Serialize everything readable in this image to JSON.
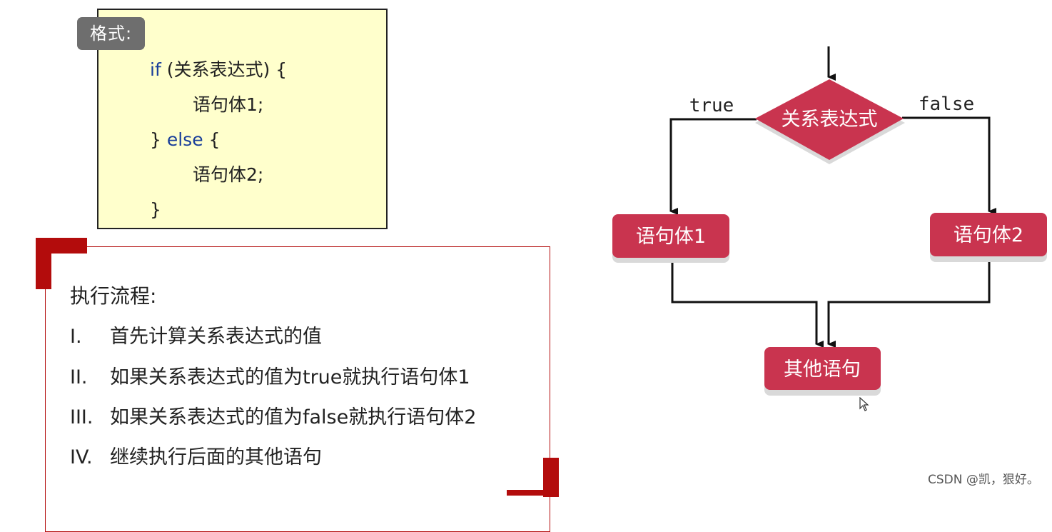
{
  "code_box": {
    "label": "格式:",
    "lines": [
      {
        "kw": "if",
        "rest": " (关系表达式) {"
      },
      {
        "kw": "",
        "rest": "语句体1;"
      },
      {
        "kw_pre": "} ",
        "kw": "else",
        "rest": " {"
      },
      {
        "kw": "",
        "rest": "语句体2;"
      },
      {
        "kw": "",
        "rest": "}"
      }
    ]
  },
  "process": {
    "title": "执行流程:",
    "steps": [
      {
        "num": "I.",
        "text": "首先计算关系表达式的值"
      },
      {
        "num": "II.",
        "text": "如果关系表达式的值为true就执行语句体1"
      },
      {
        "num": "III.",
        "text": "如果关系表达式的值为false就执行语句体2"
      },
      {
        "num": "IV.",
        "text": "继续执行后面的其他语句"
      }
    ]
  },
  "flowchart": {
    "condition": "关系表达式",
    "true_label": "true",
    "false_label": "false",
    "body1": "语句体1",
    "body2": "语句体2",
    "next": "其他语句",
    "colors": {
      "node_fill": "#c9344f",
      "node_shadow": "#d9d9d9",
      "line": "#111111"
    }
  },
  "watermark": "CSDN @凯，狠好。"
}
